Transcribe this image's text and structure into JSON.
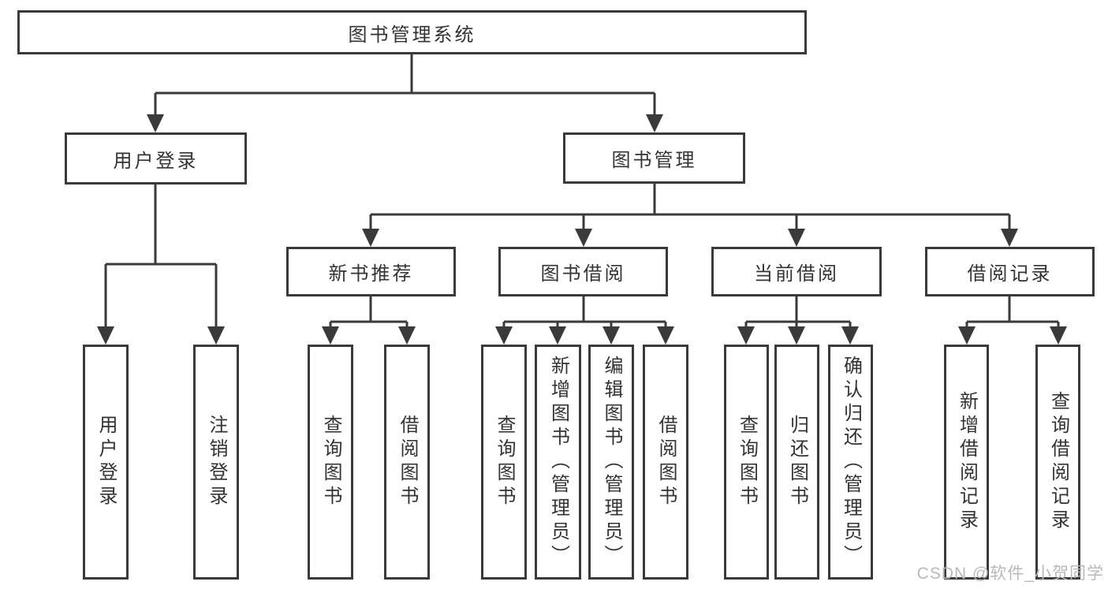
{
  "tree": {
    "label": "图书管理系统",
    "children": [
      {
        "label": "用户登录",
        "children": [
          {
            "label": "用户登录"
          },
          {
            "label": "注销登录"
          }
        ]
      },
      {
        "label": "图书管理",
        "children": [
          {
            "label": "新书推荐",
            "children": [
              {
                "label": "查询图书"
              },
              {
                "label": "借阅图书"
              }
            ]
          },
          {
            "label": "图书借阅",
            "children": [
              {
                "label": "查询图书"
              },
              {
                "label": "新增图书（管理员）"
              },
              {
                "label": "编辑图书（管理员）"
              },
              {
                "label": "借阅图书"
              }
            ]
          },
          {
            "label": "当前借阅",
            "children": [
              {
                "label": "查询图书"
              },
              {
                "label": "归还图书"
              },
              {
                "label": "确认归还（管理员）"
              }
            ]
          },
          {
            "label": "借阅记录",
            "children": [
              {
                "label": "新增借阅记录"
              },
              {
                "label": "查询借阅记录"
              }
            ]
          }
        ]
      }
    ]
  },
  "watermark": "CSDN @软件_小贺同学",
  "colors": {
    "line": "#3a3a3a",
    "text": "#333333",
    "watermark": "#b9b9b9",
    "background": "#ffffff"
  }
}
